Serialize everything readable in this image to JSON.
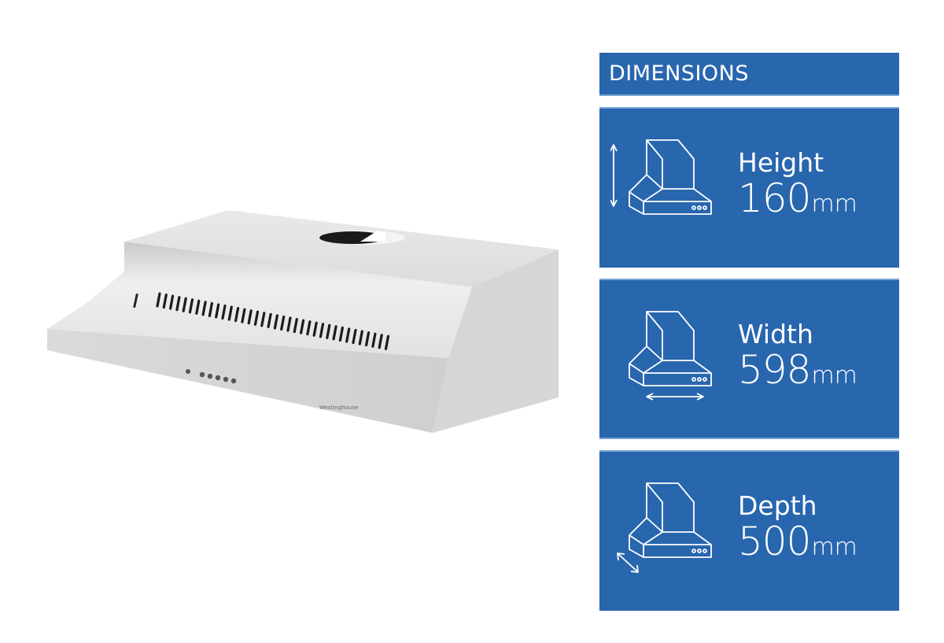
{
  "product": {
    "name": "Rangehood",
    "image_alt": "Stainless steel slide-out rangehood",
    "brand_badge": "Westinghouse"
  },
  "dimensions": {
    "header": "DIMENSIONS",
    "accent_color": "#2866ae",
    "items": [
      {
        "label": "Height",
        "value": "160",
        "unit": "mm",
        "icon": "rangehood-height-icon"
      },
      {
        "label": "Width",
        "value": "598",
        "unit": "mm",
        "icon": "rangehood-width-icon"
      },
      {
        "label": "Depth",
        "value": "500",
        "unit": "mm",
        "icon": "rangehood-depth-icon"
      }
    ]
  }
}
